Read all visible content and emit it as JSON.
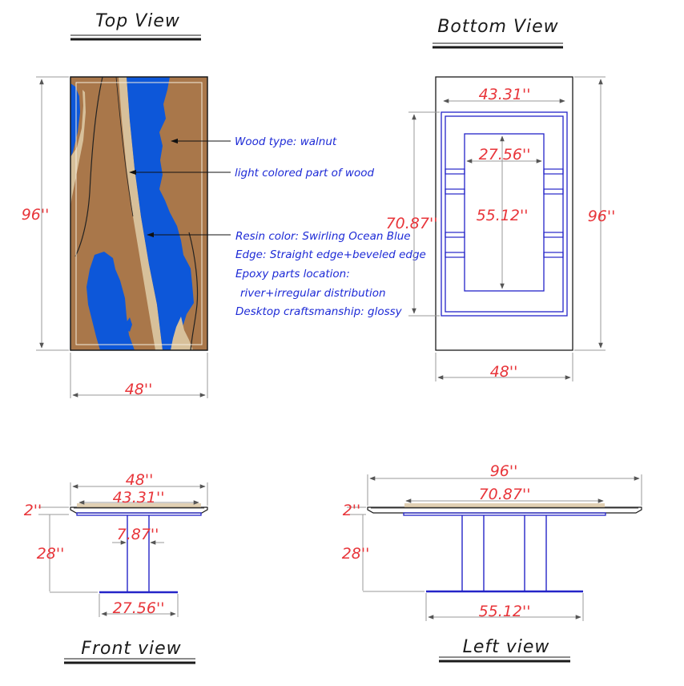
{
  "colors": {
    "dimension_text": "#e8353a",
    "annotation_text": "#1d2ad6",
    "wood": "#a9774a",
    "light_wood": "#d7c09a",
    "resin": "#0d57d9",
    "frame_line": "#2424c8",
    "outline": "#1a1a1a"
  },
  "views": {
    "top": {
      "title": "Top View",
      "width": "48''",
      "length": "96''"
    },
    "bottom": {
      "title": "Bottom View",
      "width": "48''",
      "length": "96''",
      "frame_width": "43.31''",
      "frame_length": "70.87''",
      "base_width": "27.56''",
      "base_length": "55.12''"
    },
    "front": {
      "title": "Front view",
      "width": "48''",
      "frame_width": "43.31''",
      "thickness": "2''",
      "height": "28''",
      "leg_spacing": "7.87''",
      "base_width": "27.56''"
    },
    "left": {
      "title": "Left view",
      "length": "96''",
      "frame_length": "70.87''",
      "thickness": "2''",
      "height": "28''",
      "base_length": "55.12''"
    }
  },
  "annotations": {
    "wood_type": "Wood type: walnut",
    "light_wood": "light colored part of wood",
    "resin_color": "Resin color: Swirling Ocean Blue",
    "edge": "Edge: Straight edge+beveled edge",
    "epoxy_location_label": "Epoxy parts location:",
    "epoxy_location_value": "river+irregular distribution",
    "craftsmanship": "Desktop craftsmanship: glossy"
  }
}
